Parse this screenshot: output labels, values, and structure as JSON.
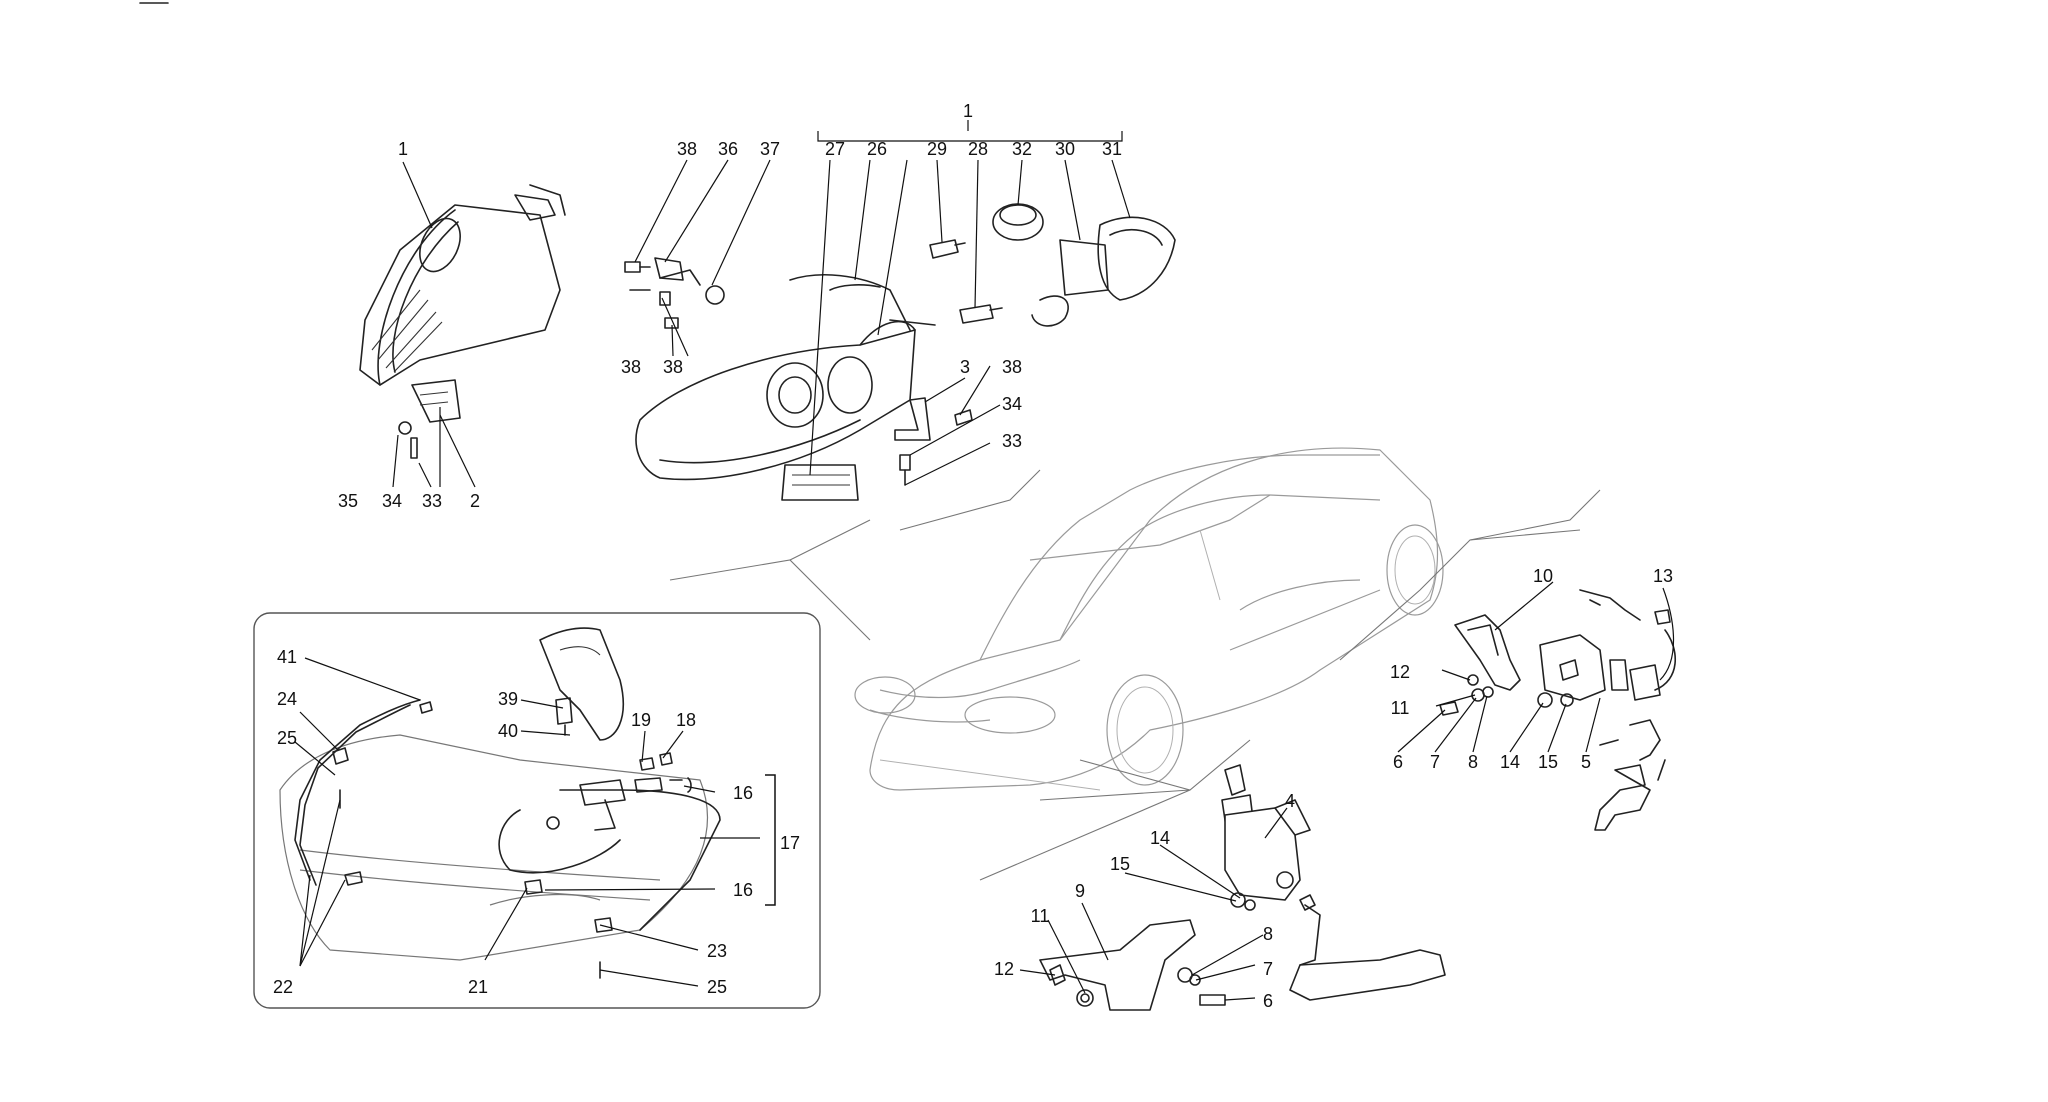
{
  "labels": {
    "l1a": "1",
    "l1b": "1",
    "l2": "2",
    "l3": "3",
    "l4": "4",
    "l5": "5",
    "l6a": "6",
    "l6b": "6",
    "l7a": "7",
    "l7b": "7",
    "l8a": "8",
    "l8b": "8",
    "l9": "9",
    "l10": "10",
    "l11a": "11",
    "l11b": "11",
    "l12a": "12",
    "l12b": "12",
    "l13": "13",
    "l14a": "14",
    "l14b": "14",
    "l15a": "15",
    "l15b": "15",
    "l16a": "16",
    "l16b": "16",
    "l17": "17",
    "l18": "18",
    "l19": "19",
    "l21": "21",
    "l22": "22",
    "l23": "23",
    "l24": "24",
    "l25a": "25",
    "l25b": "25",
    "l26": "26",
    "l27": "27",
    "l28": "28",
    "l29": "29",
    "l30": "30",
    "l31": "31",
    "l32": "32",
    "l33a": "33",
    "l33b": "33",
    "l34a": "34",
    "l34b": "34",
    "l35": "35",
    "l36": "36",
    "l37": "37",
    "l38a": "38",
    "l38b": "38",
    "l38c": "38",
    "l38d": "38",
    "l39": "39",
    "l40": "40",
    "l41": "41"
  }
}
